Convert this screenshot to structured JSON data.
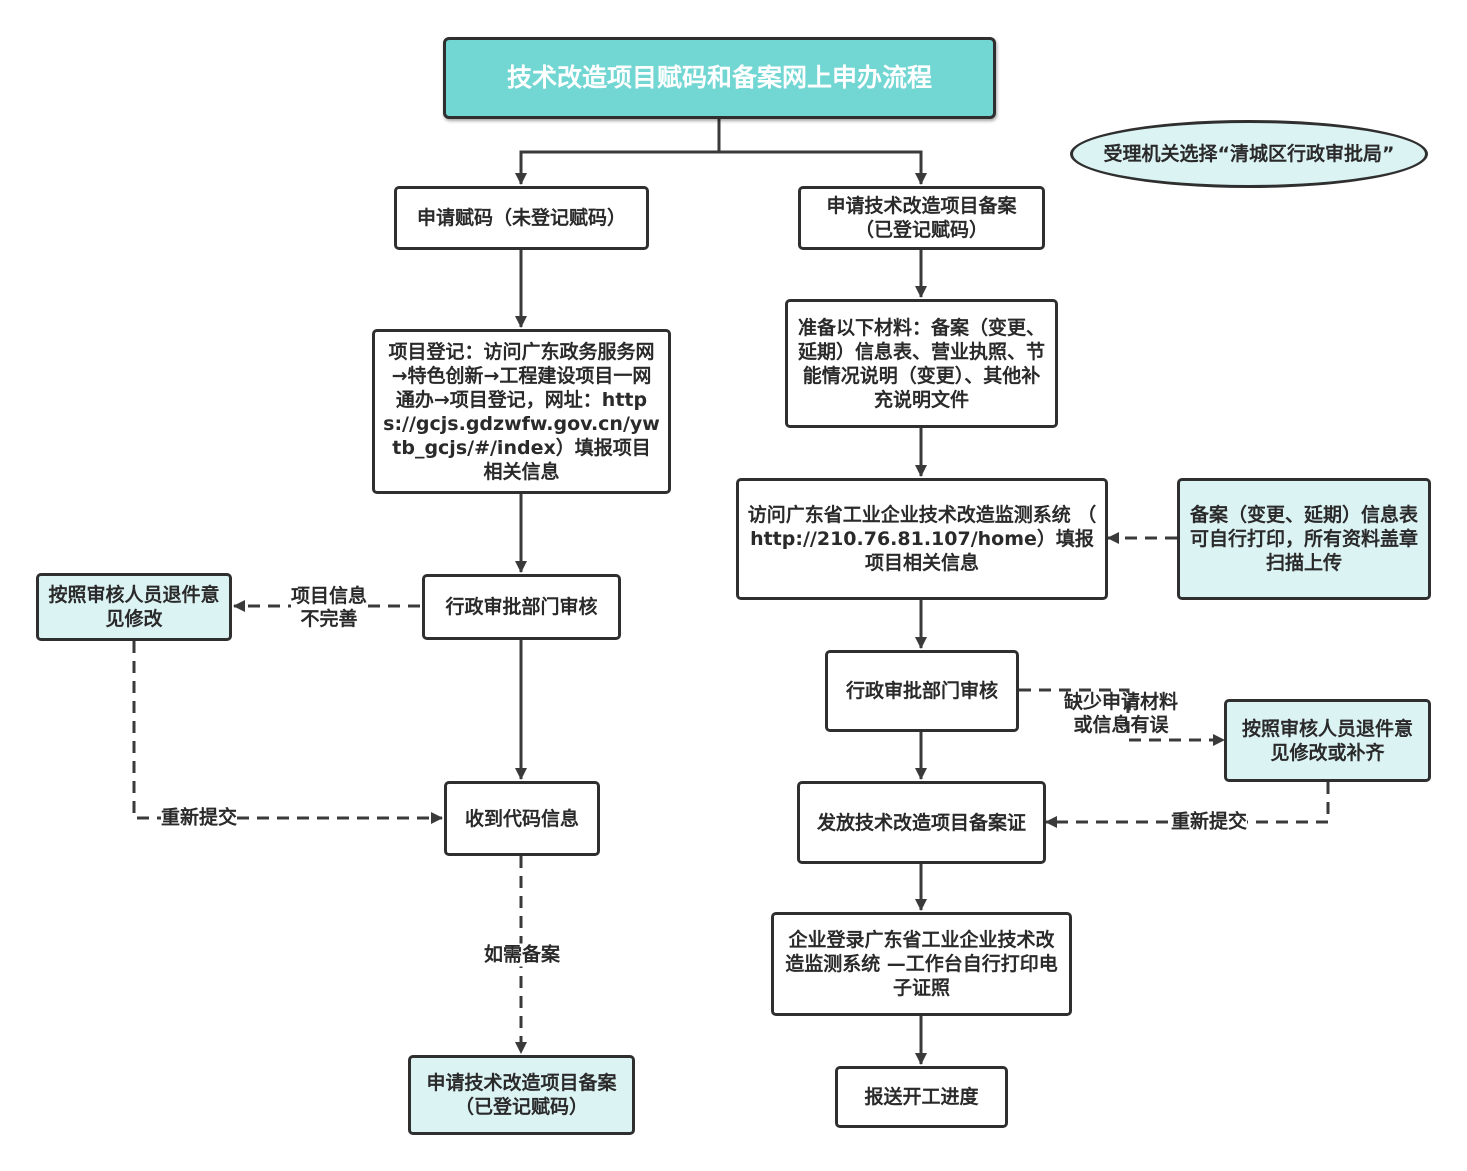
{
  "title": "技术改造项目赋码和备案网上申办流程",
  "note": "受理机关选择“清城区行政审批局”",
  "left": {
    "apply_code": "申请赋码（未登记赋码）",
    "register": "项目登记：访问广东政务服务网→特色创新→工程建设项目一网通办→项目登记，网址：https://gcjs.gdzwfw.gov.cn/ywtb_gcjs/#/index）填报项目相关信息",
    "review": "行政审批部门审核",
    "fix": "按照审核人员退件意见修改",
    "receive": "收到代码信息",
    "apply_filing": "申请技术改造项目备案\n（已登记赋码）"
  },
  "right": {
    "apply_filing": "申请技术改造项目备案\n（已登记赋码）",
    "materials": "准备以下材料：备案（变更、延期）信息表、营业执照、节能情况说明（变更）、其他补充说明文件",
    "visit": "访问广东省工业企业技术改造监测系统 （ http://210.76.81.107/home）填报项目相关信息",
    "print_note": "备案（变更、延期）信息表可自行打印，所有资料盖章扫描上传",
    "review": "行政审批部门审核",
    "fix": "按照审核人员退件意见修改或补齐",
    "issue": "发放技术改造项目备案证",
    "print_cert": "企业登录广东省工业企业技术改造监测系统 —工作台自行打印电子证照",
    "report": "报送开工进度"
  },
  "labels": {
    "incomplete": "项目信息\n不完善",
    "resubmit_left": "重新提交",
    "if_filing": "如需备案",
    "missing": "缺少申请材料\n或信息有误",
    "resubmit_right": "重新提交"
  }
}
